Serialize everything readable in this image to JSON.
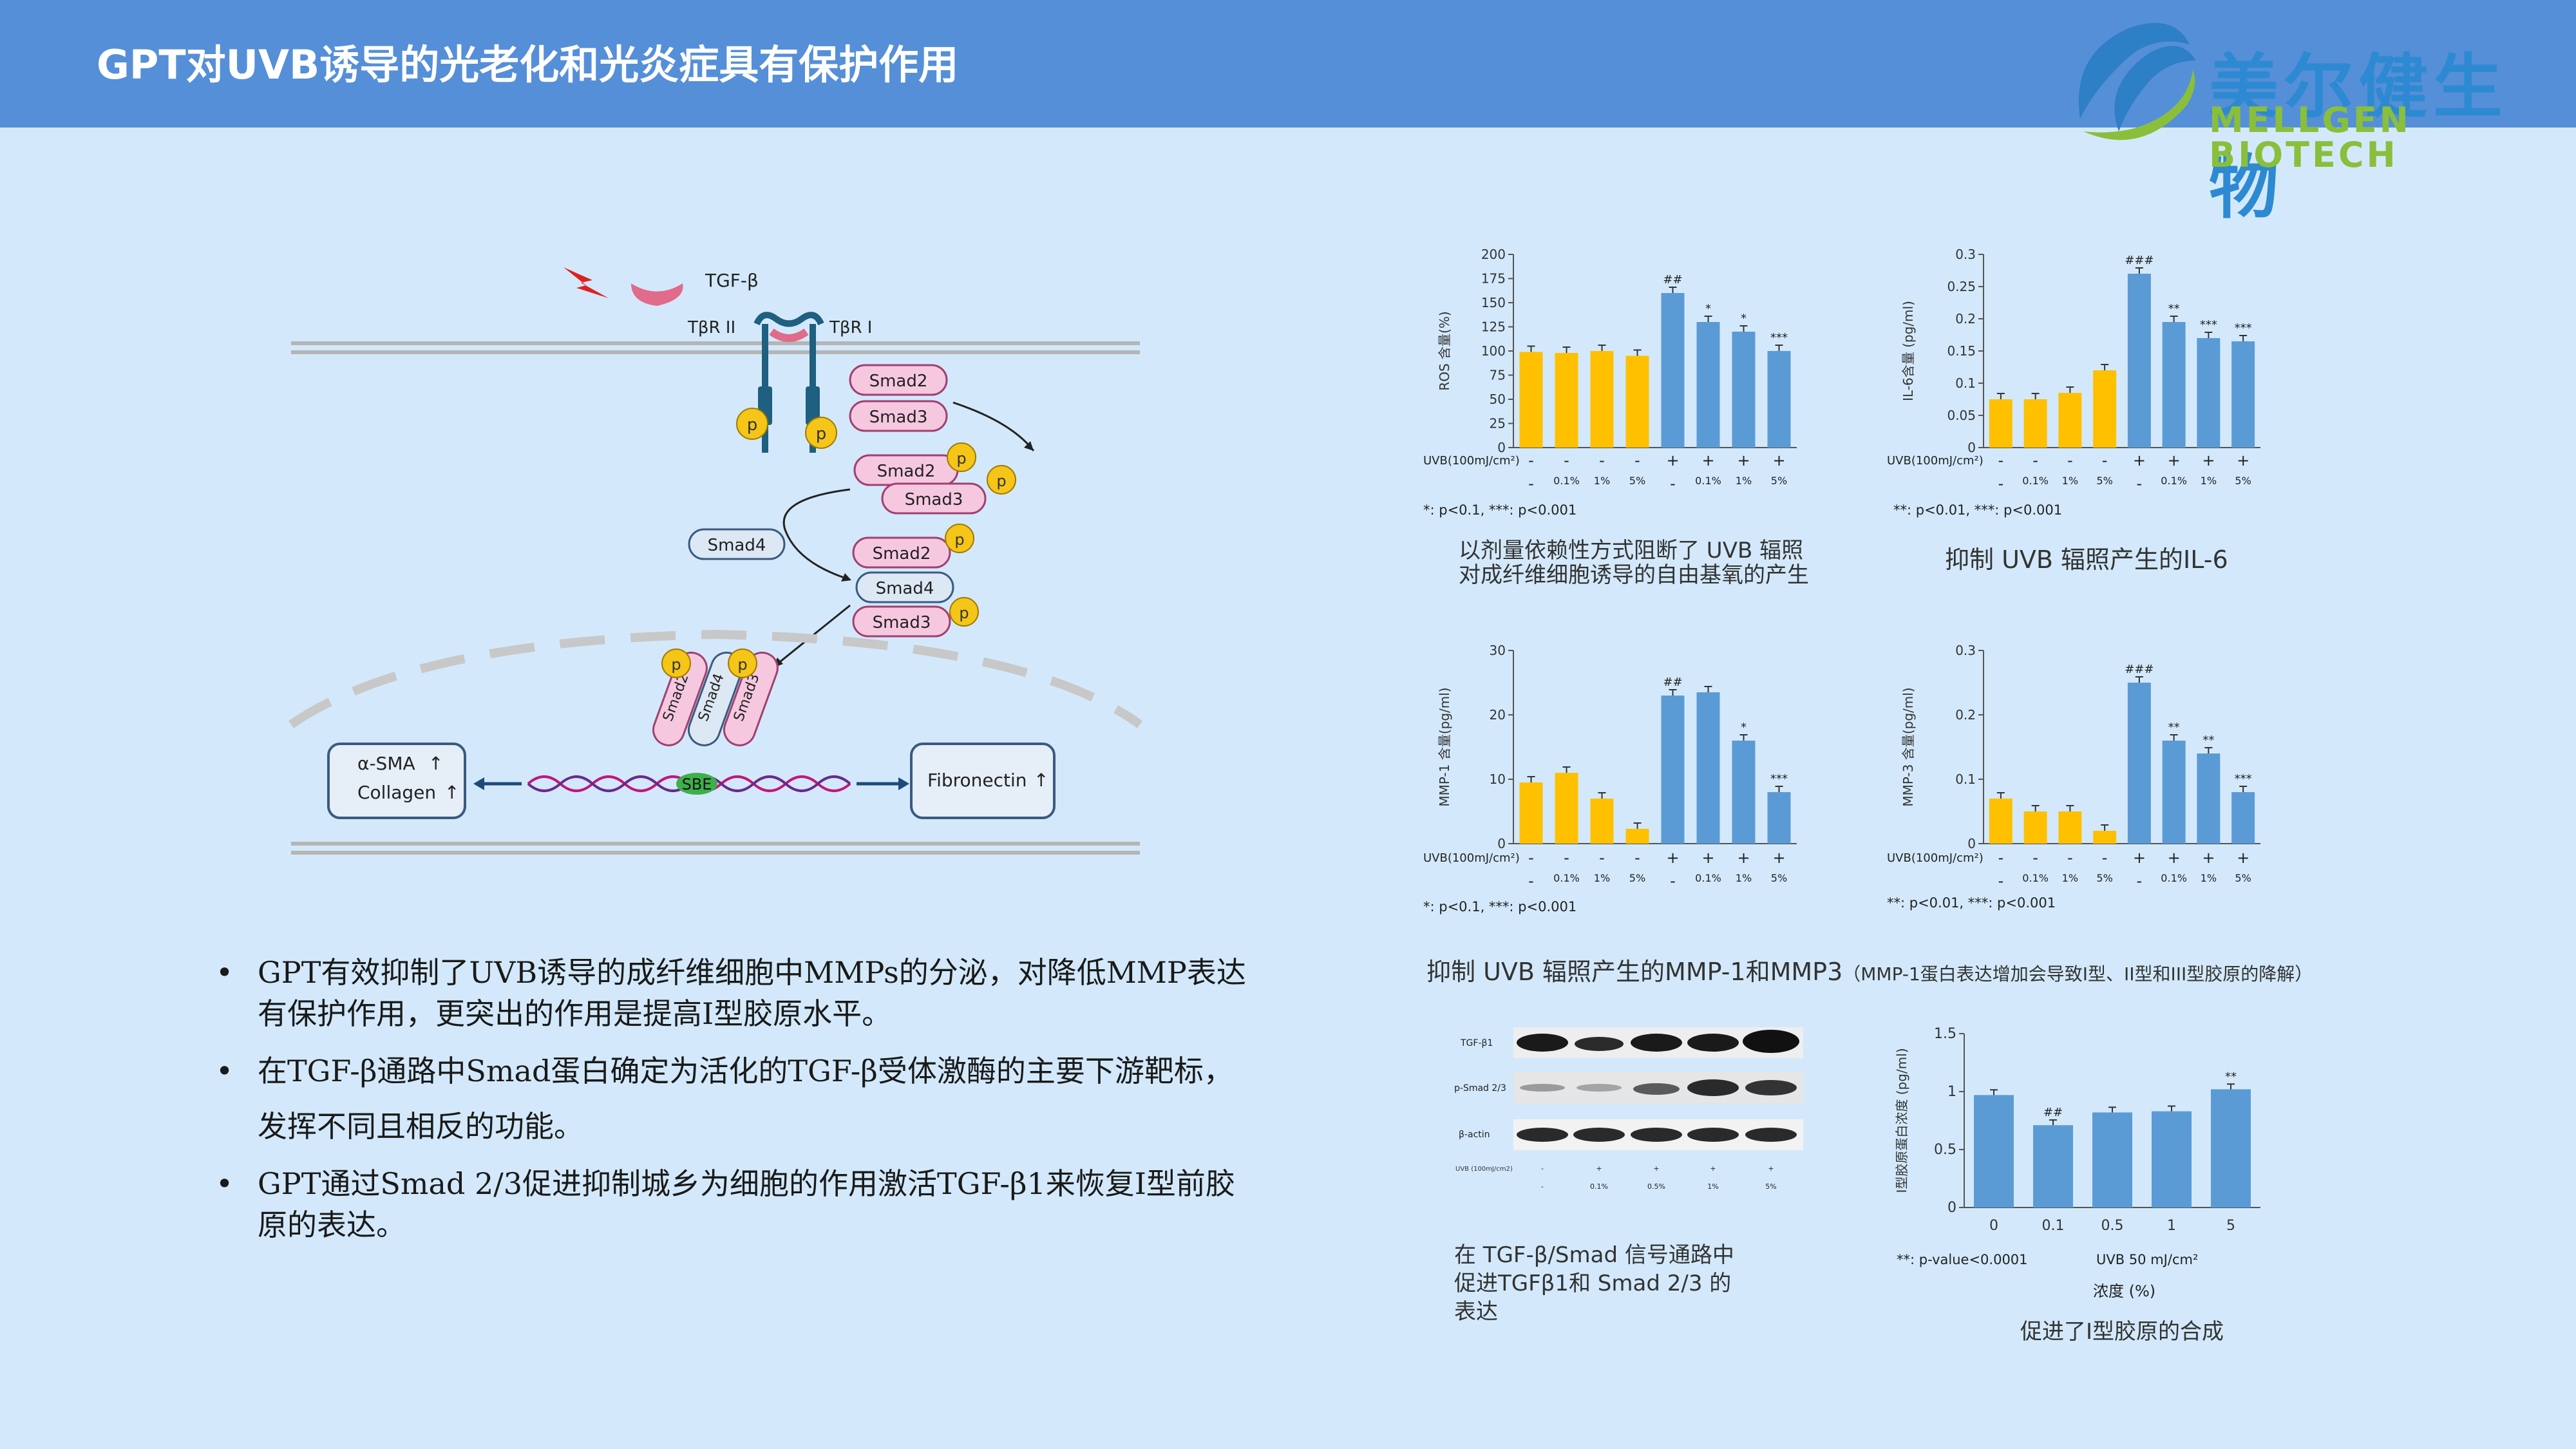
{
  "header": {
    "title": "GPT对UVB诱导的光老化和光炎症具有保护作用",
    "logo_cn": "美尔健生物",
    "logo_en": "MELLGEN BIOTECH"
  },
  "pathway": {
    "tgf": "TGF-β",
    "receptor2": "TβR II",
    "receptor1": "TβR I",
    "p": "p",
    "smad2": "Smad2",
    "smad3": "Smad3",
    "smad4": "Smad4",
    "sbe": "SBE",
    "asma": "α-SMA",
    "collagen": "Collagen",
    "fibronectin": "Fibronectin",
    "up": "↑"
  },
  "bullets": [
    "GPT有效抑制了UVB诱导的成纤维细胞中MMPs的分泌，对降低MMP表达有保护作用，更突出的作用是提高I型胶原水平。",
    "在TGF-β通路中Smad蛋白确定为活化的TGF-β受体激酶的主要下游靶标，发挥不同且相反的功能。",
    "GPT通过Smad 2/3促进抑制城乡为细胞的作用激活TGF-β1来恢复I型前胶原的表达。"
  ],
  "uvb_label": "UVB(100mJ/cm²)",
  "uvb_signs": [
    "-",
    "-",
    "-",
    "-",
    "+",
    "+",
    "+",
    "+"
  ],
  "dose_signs": [
    "-",
    "0.1%",
    "1%",
    "5%",
    "-",
    "0.1%",
    "1%",
    "5%"
  ],
  "colors": {
    "yellow": "#ffc000",
    "blue": "#5b9bd5",
    "header": "#558fd8"
  },
  "chart_data": [
    {
      "type": "bar",
      "ylabel": "ROS 含量(%)",
      "ylim": [
        0,
        200
      ],
      "yticks": [
        "0",
        "25",
        "50",
        "75",
        "100",
        "125",
        "150",
        "175",
        "200"
      ],
      "values": [
        99,
        98,
        100,
        95,
        160,
        130,
        120,
        100
      ],
      "sig": [
        "",
        "",
        "",
        "",
        "##",
        "*",
        "*",
        "***"
      ],
      "footnote": "*:  p<0.1, ***:  p<0.001",
      "caption_l1": "以剂量依赖性方式阻断了 UVB 辐照",
      "caption_l2": "对成纤维细胞诱导的自由基氧的产生"
    },
    {
      "type": "bar",
      "ylabel": "IL-6含量 (pg/ml)",
      "ylim": [
        0,
        0.3
      ],
      "yticks": [
        "0",
        "0.05",
        "0.1",
        "0.15",
        "0.2",
        "0.25",
        "0.3"
      ],
      "values": [
        0.075,
        0.075,
        0.085,
        0.12,
        0.27,
        0.195,
        0.17,
        0.165
      ],
      "sig": [
        "",
        "",
        "",
        "",
        "###",
        "**",
        "***",
        "***"
      ],
      "footnote": "**:  p<0.01, ***:  p<0.001",
      "caption": "抑制 UVB 辐照产生的IL-6"
    },
    {
      "type": "bar",
      "ylabel": "MMP-1 含量(pg/ml)",
      "ylim": [
        0,
        30
      ],
      "yticks": [
        "0",
        "10",
        "20",
        "30"
      ],
      "values": [
        9.5,
        11,
        7,
        2.3,
        23,
        23.5,
        16,
        8
      ],
      "sig": [
        "",
        "",
        "",
        "",
        "##",
        "",
        "*",
        "***"
      ],
      "footnote": "*:  p<0.1, ***:  p<0.001"
    },
    {
      "type": "bar",
      "ylabel": "MMP-3 含量(pg/ml)",
      "ylim": [
        0,
        0.3
      ],
      "yticks": [
        "0",
        "0.1",
        "0.2",
        "0.3"
      ],
      "values": [
        0.07,
        0.05,
        0.05,
        0.02,
        0.25,
        0.16,
        0.14,
        0.08
      ],
      "sig": [
        "",
        "",
        "",
        "",
        "###",
        "**",
        "**",
        "***"
      ],
      "footnote": "**:  p<0.01, ***:  p<0.001"
    },
    {
      "type": "bar",
      "ylabel": "I型胶原蛋白浓度 (pg/ml)",
      "ylim": [
        0,
        1.5
      ],
      "yticks": [
        "0",
        "0.5",
        "1",
        "1.5"
      ],
      "categories": [
        "0",
        "0.1",
        "0.5",
        "1",
        "5"
      ],
      "values": [
        0.97,
        0.71,
        0.82,
        0.83,
        1.02
      ],
      "sig": [
        "",
        "##",
        "",
        "",
        "**"
      ],
      "footnote": "**:  p-value<0.0001",
      "uvb": "UVB 50 mJ/cm²",
      "xlabel": "浓度 (%)",
      "caption": "促进了I型胶原的合成"
    }
  ],
  "mmp_caption_main": "抑制 UVB 辐照产生的MMP-1和MMP3",
  "mmp_caption_note": "（MMP-1蛋白表达增加会导致I型、II型和III型胶原的降解）",
  "western": {
    "labels": [
      "TGF-β1",
      "p-Smad 2/3",
      "β-actin"
    ],
    "uvb": "UVB (100mJ/cm2)",
    "uvb_signs": [
      "-",
      "+",
      "+",
      "+",
      "+"
    ],
    "doses": [
      "-",
      "0.1%",
      "0.5%",
      "1%",
      "5%"
    ],
    "caption_l1": "在 TGF-β/Smad 信号通路中",
    "caption_l2": "促进TGFβ1和 Smad 2/3 的",
    "caption_l3": "表达"
  }
}
